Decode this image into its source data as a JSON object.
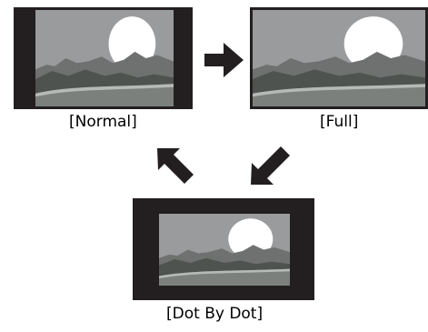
{
  "diagram": {
    "modes": [
      {
        "key": "normal",
        "caption": "[Normal]"
      },
      {
        "key": "full",
        "caption": "[Full]"
      },
      {
        "key": "dot_by_dot",
        "caption": "[Dot By Dot]"
      }
    ],
    "transitions": [
      {
        "from": "[Normal]",
        "to": "[Full]"
      },
      {
        "from": "[Full]",
        "to": "[Dot By Dot]"
      },
      {
        "from": "[Dot By Dot]",
        "to": "[Normal]"
      }
    ],
    "colors": {
      "frame": "#231f20",
      "sky": "#9a9b9d",
      "sun": "#ffffff",
      "far_hills": "#6e716f",
      "near_hills": "#4e5350",
      "ground": "#7c807d",
      "stripe": "#b7b9b7",
      "arrow": "#231f20"
    }
  }
}
